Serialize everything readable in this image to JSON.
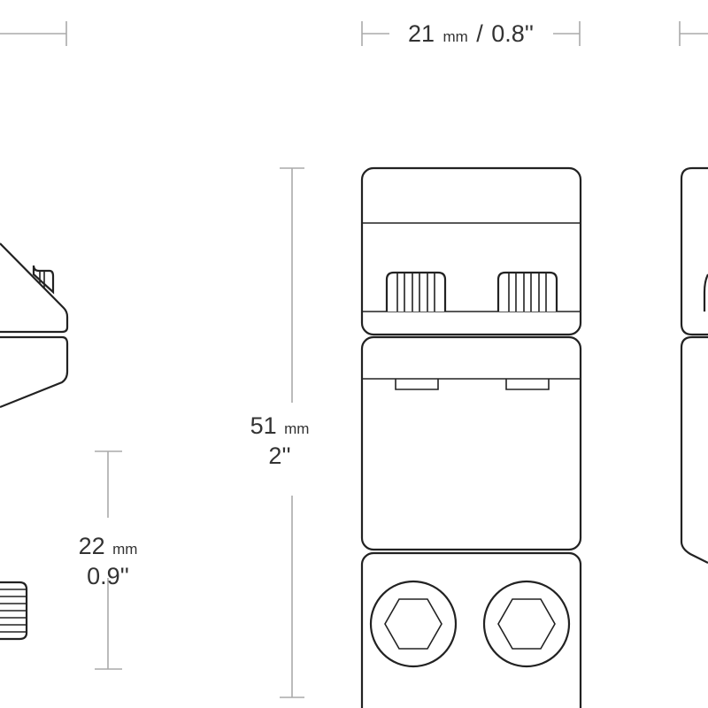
{
  "dimensions": {
    "width": {
      "value": "21",
      "unit": "mm",
      "separator": "/",
      "imperial": "0.8''"
    },
    "height": {
      "value": "51",
      "unit": "mm",
      "imperial": "2''"
    },
    "depth": {
      "value": "22",
      "unit": "mm",
      "imperial": "0.9''"
    }
  },
  "colors": {
    "line": "#222222",
    "dimension_line": "#aaaaaa"
  }
}
